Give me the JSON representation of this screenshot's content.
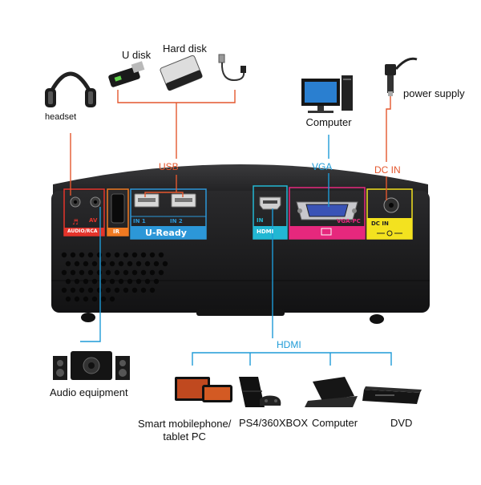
{
  "peripherals": {
    "udisk": "U disk",
    "harddisk": "Hard disk",
    "headset": "headset",
    "computer_vga": "Computer",
    "power_supply": "power supply",
    "audio_equipment": "Audio equipment",
    "smartphone": "Smart mobilephone/\ntablet PC",
    "ps4": "PS4/360XBOX",
    "computer_hdmi": "Computer",
    "dvd": "DVD"
  },
  "connections": {
    "usb": "USB",
    "vga": "VGA",
    "dc_in": "DC IN",
    "hdmi": "HDMI"
  },
  "ports": {
    "audio_rca": "AUDIO/RCA",
    "av": "AV",
    "ir": "IR",
    "in1": "IN 1",
    "in2": "IN 2",
    "u_ready": "U-Ready",
    "hdmi_in": "IN",
    "hdmi_logo": "HDMI",
    "vga_pc": "VGA-PC",
    "dc_in": "DC IN"
  },
  "colors": {
    "orange_line": "#e4572e",
    "blue_line": "#1e9bd7",
    "audio_panel": "#e5342b",
    "ir_panel": "#f07a22",
    "usb_panel": "#2c97d8",
    "hdmi_panel": "#22b7d3",
    "vga_panel": "#e6287d",
    "dc_panel": "#f3e21f",
    "projector_body": "#1c1c1e"
  }
}
